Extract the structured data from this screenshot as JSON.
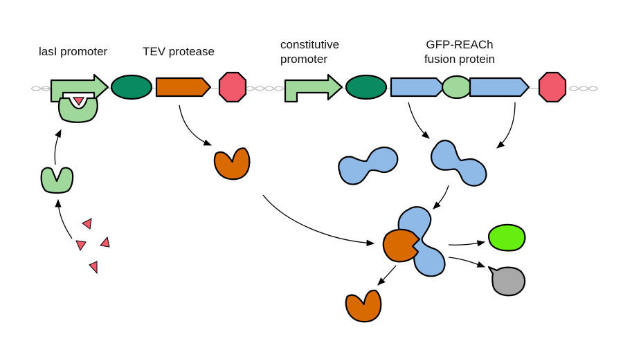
{
  "labels": {
    "lasi_promoter": "lasI promoter",
    "tev_protease": "TEV protease",
    "constitutive_promoter": [
      "constitutive",
      "promoter"
    ],
    "gfp_reach": [
      "GFP-REACh",
      "fusion protein"
    ]
  },
  "colors": {
    "promoter": "#9fd89a",
    "rbs": "#0a8a60",
    "tev": "#d96a00",
    "terminator": "#f05a6a",
    "fusion": "#8fb9e6",
    "linker": "#9fd89a",
    "gfp_active": "#66ee11",
    "gfp_inactive": "#a8a8a8",
    "ahl": "#f0607a",
    "dna": "#bdbdbd"
  },
  "icons": [
    "promoter-arrow-icon",
    "rbs-oval-icon",
    "cds-arrow-icon",
    "terminator-octagon-icon",
    "receptor-icon",
    "protease-icon",
    "ahl-triangle-icon",
    "fusion-protein-icon"
  ]
}
